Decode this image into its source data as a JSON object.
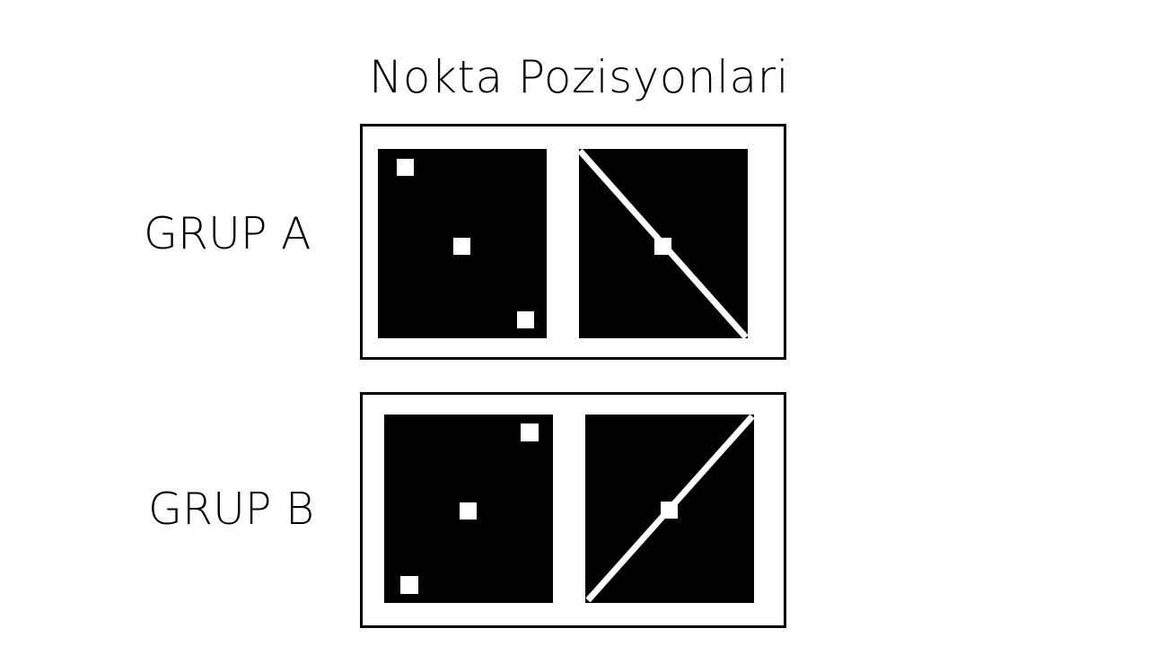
{
  "title": "Nokta Pozisyonlari",
  "groups": [
    {
      "label": "GRUP A",
      "panels": [
        {
          "content": "three dots along the main diagonal (top-left to bottom-right)"
        },
        {
          "content": "one centre dot on a line from top-left to bottom-right"
        }
      ]
    },
    {
      "label": "GRUP B",
      "panels": [
        {
          "content": "three dots along the anti-diagonal (bottom-left to top-right)"
        },
        {
          "content": "one centre dot on a line from bottom-left to top-right"
        }
      ]
    }
  ],
  "colors": {
    "background": "#ffffff",
    "panel": "#000000",
    "mark": "#ffffff",
    "frame": "#000000"
  }
}
